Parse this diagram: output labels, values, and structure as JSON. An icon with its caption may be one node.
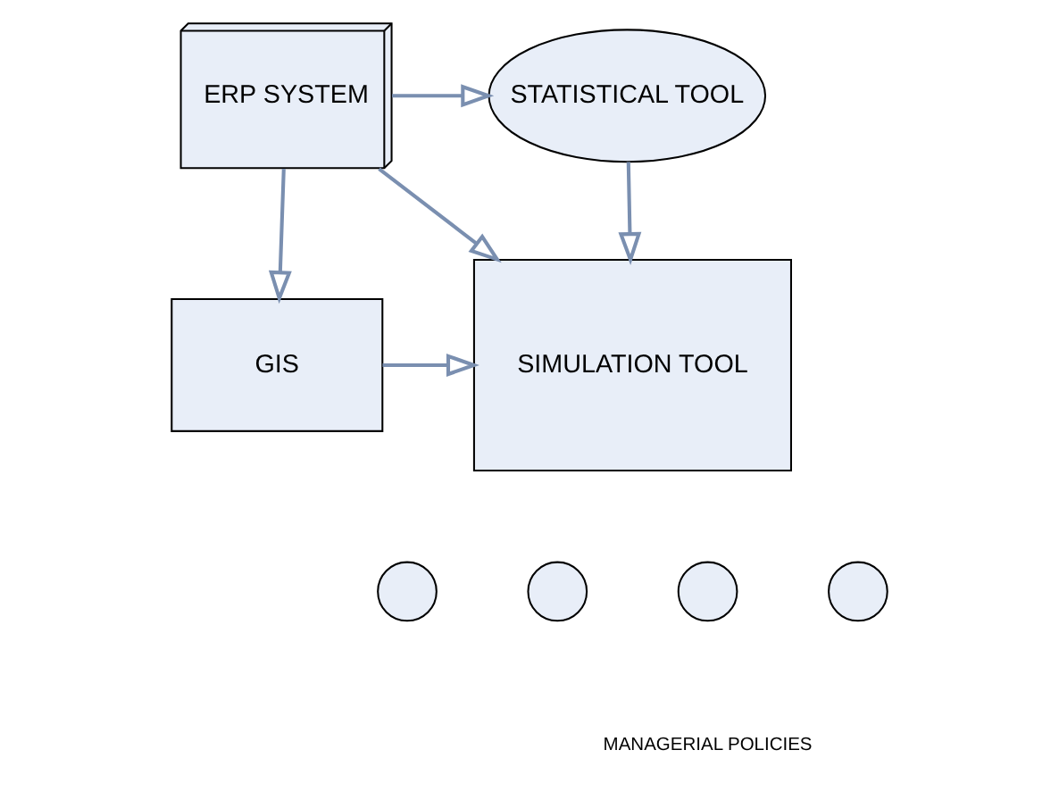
{
  "diagram": {
    "nodes": [
      {
        "text": [
          "ERP SYSTEM"
        ]
      },
      {
        "text": [
          "STATISTICAL TOOL"
        ]
      },
      {
        "text": [
          "GIS"
        ]
      },
      {
        "text": [
          "SIMULATION TOOL"
        ]
      },
      {
        "text": [],
        "shape": "circle"
      },
      {
        "text": [],
        "shape": "circle"
      },
      {
        "text": [],
        "shape": "circle"
      },
      {
        "text": [],
        "shape": "circle"
      }
    ],
    "edges": [
      {
        "from": 0,
        "to": 1,
        "arrow": "to"
      },
      {
        "from": 0,
        "to": 2,
        "arrow": "to"
      },
      {
        "from": 0,
        "to": 3,
        "arrow": "to"
      },
      {
        "from": 1,
        "to": 3,
        "arrow": "to"
      },
      {
        "from": 2,
        "to": 3,
        "arrow": "to"
      }
    ],
    "labels": [
      "MANAGERIAL POLICIES"
    ]
  }
}
